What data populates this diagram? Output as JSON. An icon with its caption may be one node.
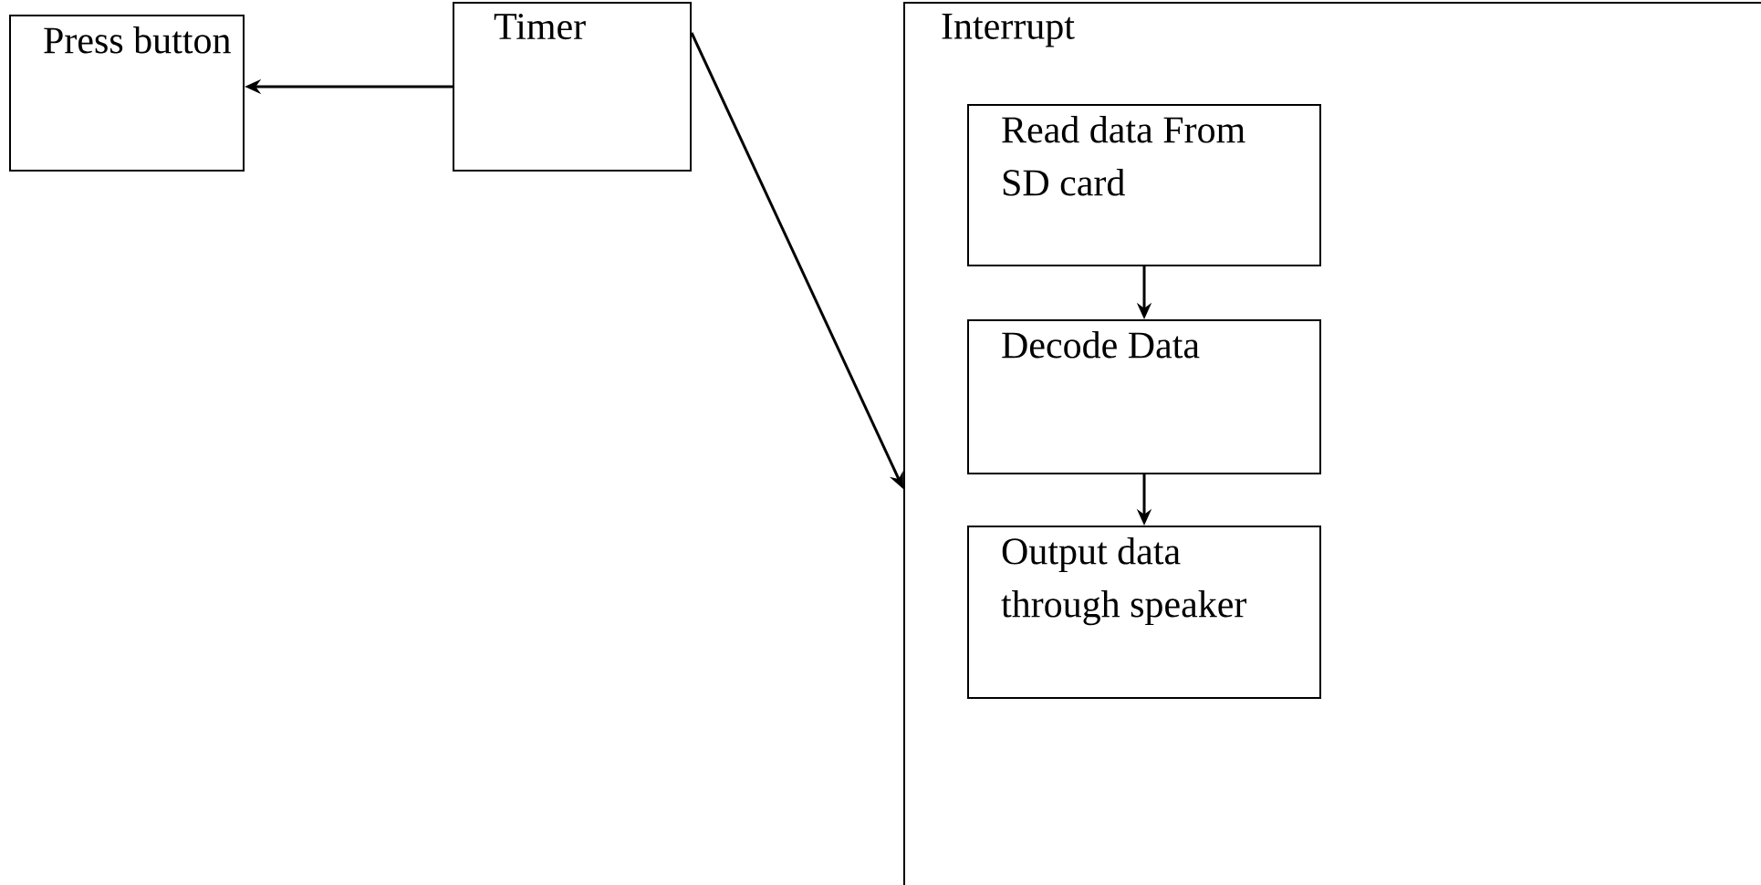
{
  "diagram": {
    "nodes": [
      {
        "text": [
          "Press button"
        ]
      },
      {
        "text": [
          "Timer"
        ]
      },
      {
        "text": [
          "Interrupt"
        ]
      },
      {
        "text": [
          "Read data From SD card"
        ],
        "in": 2
      },
      {
        "text": [
          "Decode Data"
        ],
        "in": 2
      },
      {
        "text": [
          "Output data through speaker"
        ],
        "in": 2
      }
    ],
    "edges": [
      {
        "from": 1,
        "to": 0,
        "arrow": "to"
      },
      {
        "from": 1,
        "to": 2,
        "arrow": "to"
      },
      {
        "from": 3,
        "to": 4,
        "arrow": "to"
      },
      {
        "from": 4,
        "to": 5,
        "arrow": "to"
      }
    ]
  }
}
